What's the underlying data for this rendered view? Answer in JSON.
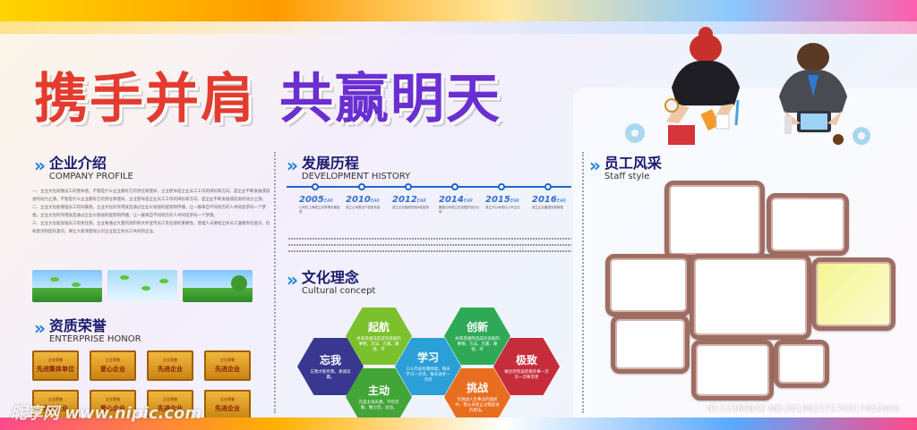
{
  "headline": {
    "part1": "携手并肩",
    "part2": "共赢明天"
  },
  "company": {
    "title_zh": "企业介绍",
    "title_en": "COMPANY PROFILE",
    "paragraphs": [
      "一、企业文化就像员工的使命感，不管是什么企业都有它的责任和使命，企业使命是企业员工工作的目标和方向，是企业不断发展或前进的动力之源。不管是什么企业都有它的责任和使命，企业使命是企业员工工作的目标和方向，是企业不断发展或前进的动力之源。",
      "二、企业文化能增强员工的归属感。企业文化的作用就是通过企业价值观的提炼和传播，让一群来自不同地方的人共同追求同一个梦想。企业文化的作用就是通过企业价值观的提炼和传播，让一群来自不同地方的人共同追求同一个梦想。",
      "三、企业文化能加强员工的责任感，企业要通过大量的资料和文件宣传员工责任感的重要性，管理人员要给全体员工灌输责任意识，危机意识和团队意识，要让大家清楚地认识企业是全体员工共同的企业。"
    ]
  },
  "honor": {
    "title_zh": "资质荣誉",
    "title_en": "ENTERPRISE HONOR",
    "plaque_small": "企业荣誉",
    "plaques": [
      "先进集体单位",
      "爱心企业",
      "先进企业",
      "先进企业",
      "先进企业",
      "爱心企业",
      "先进企业",
      "先进企业"
    ]
  },
  "history": {
    "title_zh": "发展历程",
    "title_en": "DEVELOPMENT HISTORY",
    "years": [
      "2005",
      "2010",
      "2012",
      "2014",
      "2015",
      "2016"
    ],
    "year_suffix": "EAR",
    "items": [
      "公司在上海成立并获得天使投资",
      "成立公司推出产品发布会",
      "成立企业融资完成A轮投资",
      "集团公司成立在全国开设分公司",
      "成立分公司成功上市企业",
      "成立企业集团完成转型"
    ]
  },
  "culture": {
    "title_zh": "文化理念",
    "title_en": "Cultural concept",
    "hexes": [
      {
        "title": "起航",
        "desc": "并非思想决定成功造就的事物，方法、元素、路径、环",
        "color": "#7cc12d"
      },
      {
        "title": "创新",
        "desc": "并非思想改造成功造就的事物，方法、元素、路径、环",
        "color": "#2eaa57"
      },
      {
        "title": "忘我",
        "desc": "忘我才能有我，真诚双赢。",
        "color": "#3a3790"
      },
      {
        "title": "学习",
        "desc": "三人行必有我师焉，每天学习一点点，每天进步一点点",
        "color": "#2b9fd8"
      },
      {
        "title": "极致",
        "desc": "做达到完美结果的事一次比一次要求更",
        "color": "#c62c3a"
      },
      {
        "title": "主动",
        "desc": "凡是主动去想，不仅仅做，做力活，主动。",
        "color": "#43a538"
      },
      {
        "title": "挑战",
        "desc": "在挑战人生事业的面前中，我从未停止过我前进的想法。",
        "color": "#e86d1e"
      }
    ]
  },
  "staff": {
    "title_zh": "员工风采",
    "title_en": "Staff style"
  },
  "watermark": {
    "brand": "昵享网 www.nipic.com",
    "id": "ID:12380842 NO:20190217170317452000"
  },
  "colors": {
    "accent_blue": "#1c66c9",
    "headline_red": "#e33c2f",
    "headline_purple": "#6a2fd1",
    "frame_brown": "#9e6d63"
  }
}
